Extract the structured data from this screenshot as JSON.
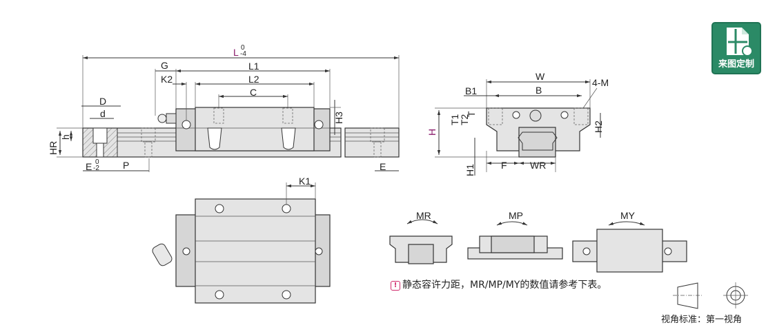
{
  "badge": {
    "label": "来图定制",
    "icon": "custom-drawing-icon",
    "color": "#2b8a66"
  },
  "side_view": {
    "L": "L",
    "L_tol_upper": "0",
    "L_tol_lower": "-4",
    "G": "G",
    "L1": "L1",
    "K2": "K2",
    "L2": "L2",
    "C": "C",
    "D": "D",
    "d": "d",
    "HR": "HR",
    "h": "h",
    "H3": "H3",
    "E": "E",
    "E_tol_upper": "0",
    "E_tol_lower": "-2",
    "P": "P"
  },
  "front_view": {
    "W": "W",
    "B": "B",
    "B1": "B1",
    "M": "4-M",
    "T1": "T1",
    "T2": "T2",
    "T": "T",
    "H": "H",
    "H2": "H2",
    "H1": "H1",
    "F": "F",
    "WR": "WR"
  },
  "top_view": {
    "K1": "K1"
  },
  "moments": {
    "MR": "MR",
    "MP": "MP",
    "MY": "MY"
  },
  "note": {
    "text": "静态容许力距，MR/MP/MY的数值请参考下表。",
    "icon": "warning-icon",
    "icon_color": "#d0286a"
  },
  "projection": {
    "caption": "视角标准：第一视角"
  }
}
